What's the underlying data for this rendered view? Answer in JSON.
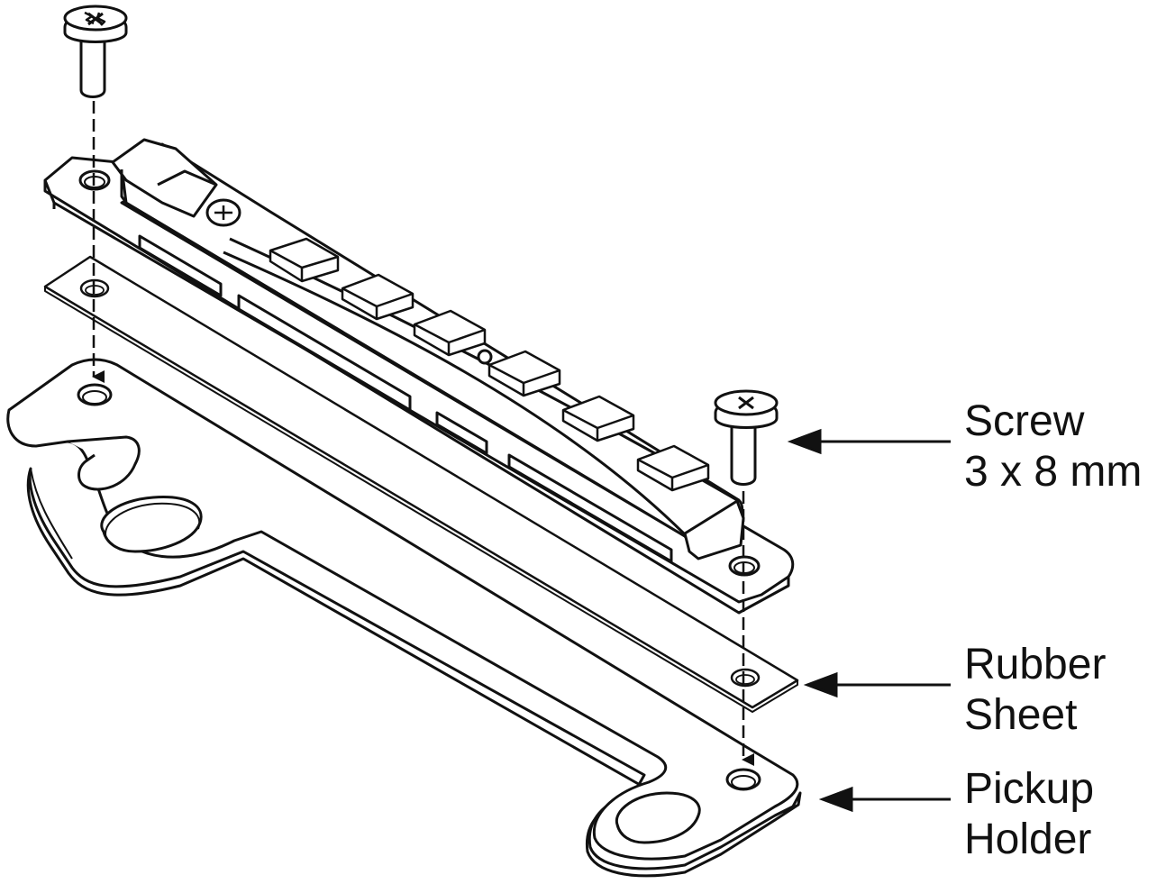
{
  "colors": {
    "line": "#111111",
    "background": "#ffffff"
  },
  "labels": {
    "screw": {
      "line1": "Screw",
      "line2": "3 x 8 mm"
    },
    "rubber_sheet": {
      "line1": "Rubber",
      "line2": "Sheet"
    },
    "pickup_holder": {
      "line1": "Pickup",
      "line2": "Holder"
    }
  },
  "icons": [
    "screw-icon",
    "arrow-left-icon",
    "dashed-guide-arrow"
  ]
}
